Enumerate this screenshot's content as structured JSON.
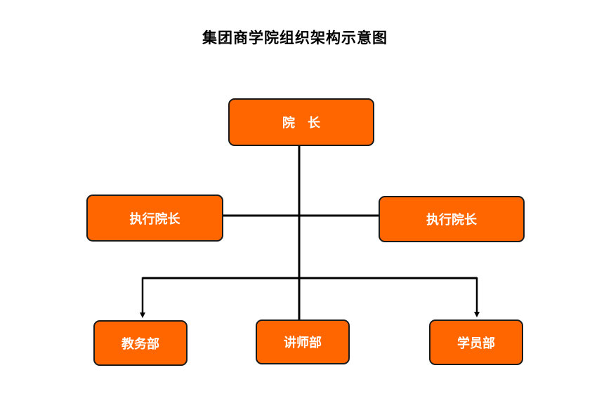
{
  "title": "集团商学院组织架构示意图",
  "nodes": {
    "dean": "院　长",
    "executive_dean_left": "执行院长",
    "executive_dean_right": "执行院长",
    "academic_affairs": "教务部",
    "lecturer_dept": "讲师部",
    "student_dept": "学员部"
  },
  "colors": {
    "box_fill": "#ff6600",
    "box_border": "#1a1a1a",
    "box_text": "#ffffff",
    "line": "#000000"
  }
}
